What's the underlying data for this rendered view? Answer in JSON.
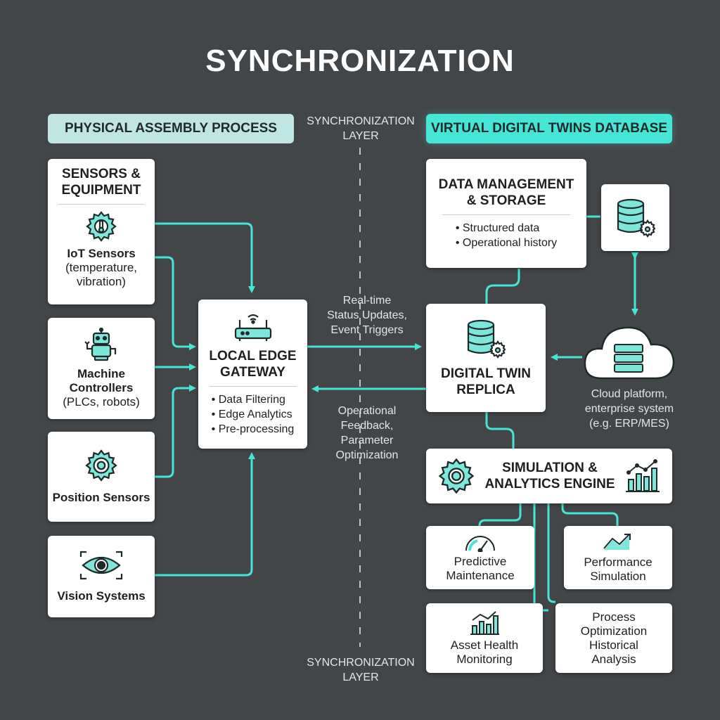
{
  "title": "SYNCHRONIZATION",
  "sections": {
    "physical": "PHYSICAL ASSEMBLY PROCESS",
    "virtual": "VIRTUAL DIGITAL TWINS DATABASE"
  },
  "sync_layer": {
    "top": [
      "SYNCHRONIZATION",
      "LAYER"
    ],
    "bottom": [
      "SYNCHRONIZATION",
      "LAYER"
    ]
  },
  "sensors": {
    "title": [
      "SENSORS &",
      "EQUIPMENT"
    ],
    "iot": {
      "name": "IoT Sensors",
      "detail": [
        "(temperature,",
        "vibration)"
      ]
    }
  },
  "machine": {
    "name": [
      "Machine",
      "Controllers"
    ],
    "detail": "(PLCs, robots)"
  },
  "position": {
    "name": "Position Sensors"
  },
  "vision": {
    "name": "Vision Systems"
  },
  "gateway": {
    "title": [
      "LOCAL EDGE",
      "GATEWAY"
    ],
    "bullets": [
      "• Data Filtering",
      "• Edge Analytics",
      "• Pre-processing"
    ]
  },
  "flows": {
    "forward": [
      "Real-time",
      "Status Updates,",
      "Event Triggers"
    ],
    "feedback": [
      "Operational",
      "Feedback,",
      "Parameter",
      "Optimization"
    ]
  },
  "data_mgmt": {
    "title": [
      "DATA MANAGEMENT",
      "& STORAGE"
    ],
    "bullets": [
      "• Structured data",
      "• Operational history"
    ]
  },
  "twin": {
    "title": [
      "DIGITAL TWIN",
      "REPLICA"
    ]
  },
  "cloud": {
    "caption": [
      "Cloud platform,",
      "enterprise system",
      "(e.g. ERP/MES)"
    ]
  },
  "sim": {
    "title": [
      "SIMULATION &",
      "ANALYTICS ENGINE"
    ]
  },
  "outputs": {
    "predictive": [
      "Predictive",
      "Maintenance"
    ],
    "performance": [
      "Performance",
      "Simulation"
    ],
    "asset": [
      "Asset Health",
      "Monitoring"
    ],
    "process": [
      "Process",
      "Optimization",
      "Historical",
      "Analysis"
    ]
  },
  "colors": {
    "accent": "#47e5d6",
    "background": "#434649",
    "card": "#ffffff",
    "icon_fill": "#7ee6da",
    "icon_stroke": "#1f2a2a"
  }
}
